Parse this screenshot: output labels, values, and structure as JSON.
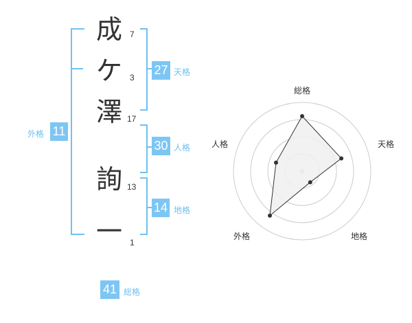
{
  "name": {
    "characters": [
      {
        "char": "成",
        "strokes": "7"
      },
      {
        "char": "ケ",
        "strokes": "3"
      },
      {
        "char": "澤",
        "strokes": "17"
      },
      {
        "char": "詢",
        "strokes": "13"
      },
      {
        "char": "一",
        "strokes": "1"
      }
    ]
  },
  "fortunes": {
    "tenkaku": {
      "value": "27",
      "label": "天格"
    },
    "jinkaku": {
      "value": "30",
      "label": "人格"
    },
    "chikaku": {
      "value": "14",
      "label": "地格"
    },
    "gaikaku": {
      "value": "11",
      "label": "外格"
    },
    "soukaku": {
      "value": "41",
      "label": "総格"
    }
  },
  "radar": {
    "axes": [
      "総格",
      "天格",
      "地格",
      "外格",
      "人格"
    ],
    "values": [
      4,
      3,
      1,
      4,
      2
    ],
    "max": 5
  },
  "colors": {
    "accent": "#7dc6f3",
    "bracket": "#6ec1f0",
    "text": "#333333",
    "polygon_fill": "#f0f0f0",
    "grid": "#cccccc"
  }
}
